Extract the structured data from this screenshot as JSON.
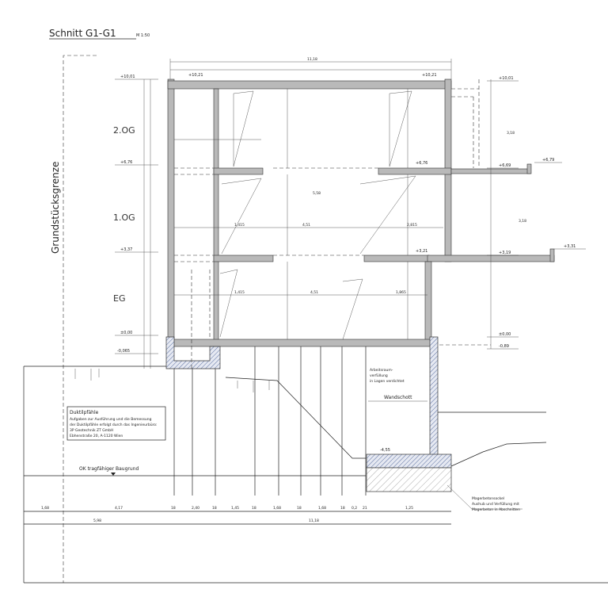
{
  "title": {
    "main": "Schnitt G1-G1",
    "scale": "M 1:50"
  },
  "boundary_label": "Grundstücksgrenze",
  "floors": [
    "2.OG",
    "1.OG",
    "EG"
  ],
  "levels_left": [
    "+10,01",
    "+6,76",
    "+3,37",
    "±0,00",
    "-0,065"
  ],
  "levels_right": [
    "+10,01",
    "+6,69",
    "+6,79",
    "+3,19",
    "+3,31",
    "±0,00",
    "-0,89"
  ],
  "levels_inner": [
    "+10,21",
    "+10,21",
    "+6,76",
    "+3,21",
    "-4,55"
  ],
  "inner_dims": [
    "1,415",
    "4,51",
    "2,815",
    "5,58",
    "1,415",
    "4,51",
    "1,865",
    "3,18",
    "3,18"
  ],
  "top_dim": "11,18",
  "notes": {
    "piles_title": "Duktilpfähle",
    "piles_lines": [
      "Aufgaben zur Ausführung und die Bemessung",
      "der Duktilpfähle erfolgt durch das Ingenieurbüro:",
      "3P Geotechnik ZT GmbH",
      "Ebhenstraße 20, A-1120 Wien"
    ],
    "ground_label": "OK tragfähiger Baugrund",
    "wandschott": "Wandschott",
    "arbeitsraum": [
      "Arbeitsraum-",
      "verfüllung",
      "in Lagen verdichtet"
    ],
    "magerbeton": [
      "Magerbetonsockel",
      "Aushub und Verfüllung mit",
      "Magerbeton in Abschnitten"
    ]
  },
  "dims_row1": [
    "1,68",
    "4,17",
    "18",
    "2,40",
    "18",
    "1,45",
    "18",
    "1,68",
    "18",
    "1,68",
    "18",
    "0,2",
    "21",
    "1,25"
  ],
  "dims_row2": [
    "5,98",
    "11,18"
  ],
  "colors": {
    "concrete": "#b9b9b9",
    "hatch": "#5a6fa0",
    "line": "#222222"
  }
}
